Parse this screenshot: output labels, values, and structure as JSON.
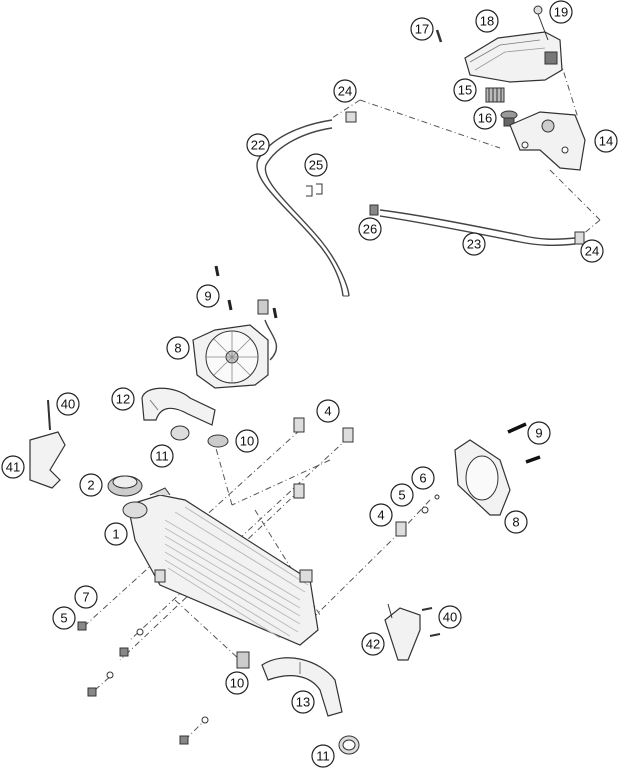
{
  "callouts": [
    {
      "id": "c1",
      "label": "1"
    },
    {
      "id": "c2",
      "label": "2"
    },
    {
      "id": "c4a",
      "label": "4"
    },
    {
      "id": "c4b",
      "label": "4"
    },
    {
      "id": "c5a",
      "label": "5"
    },
    {
      "id": "c5b",
      "label": "5"
    },
    {
      "id": "c6",
      "label": "6"
    },
    {
      "id": "c7",
      "label": "7"
    },
    {
      "id": "c8a",
      "label": "8"
    },
    {
      "id": "c8b",
      "label": "8"
    },
    {
      "id": "c9a",
      "label": "9"
    },
    {
      "id": "c9b",
      "label": "9"
    },
    {
      "id": "c10a",
      "label": "10"
    },
    {
      "id": "c10b",
      "label": "10"
    },
    {
      "id": "c11a",
      "label": "11"
    },
    {
      "id": "c11b",
      "label": "11"
    },
    {
      "id": "c12",
      "label": "12"
    },
    {
      "id": "c13",
      "label": "13"
    },
    {
      "id": "c14",
      "label": "14"
    },
    {
      "id": "c15",
      "label": "15"
    },
    {
      "id": "c16",
      "label": "16"
    },
    {
      "id": "c17",
      "label": "17"
    },
    {
      "id": "c18",
      "label": "18"
    },
    {
      "id": "c19",
      "label": "19"
    },
    {
      "id": "c22",
      "label": "22"
    },
    {
      "id": "c23",
      "label": "23"
    },
    {
      "id": "c24a",
      "label": "24"
    },
    {
      "id": "c24b",
      "label": "24"
    },
    {
      "id": "c25",
      "label": "25"
    },
    {
      "id": "c26",
      "label": "26"
    },
    {
      "id": "c40a",
      "label": "40"
    },
    {
      "id": "c40b",
      "label": "40"
    },
    {
      "id": "c41",
      "label": "41"
    },
    {
      "id": "c42",
      "label": "42"
    }
  ]
}
